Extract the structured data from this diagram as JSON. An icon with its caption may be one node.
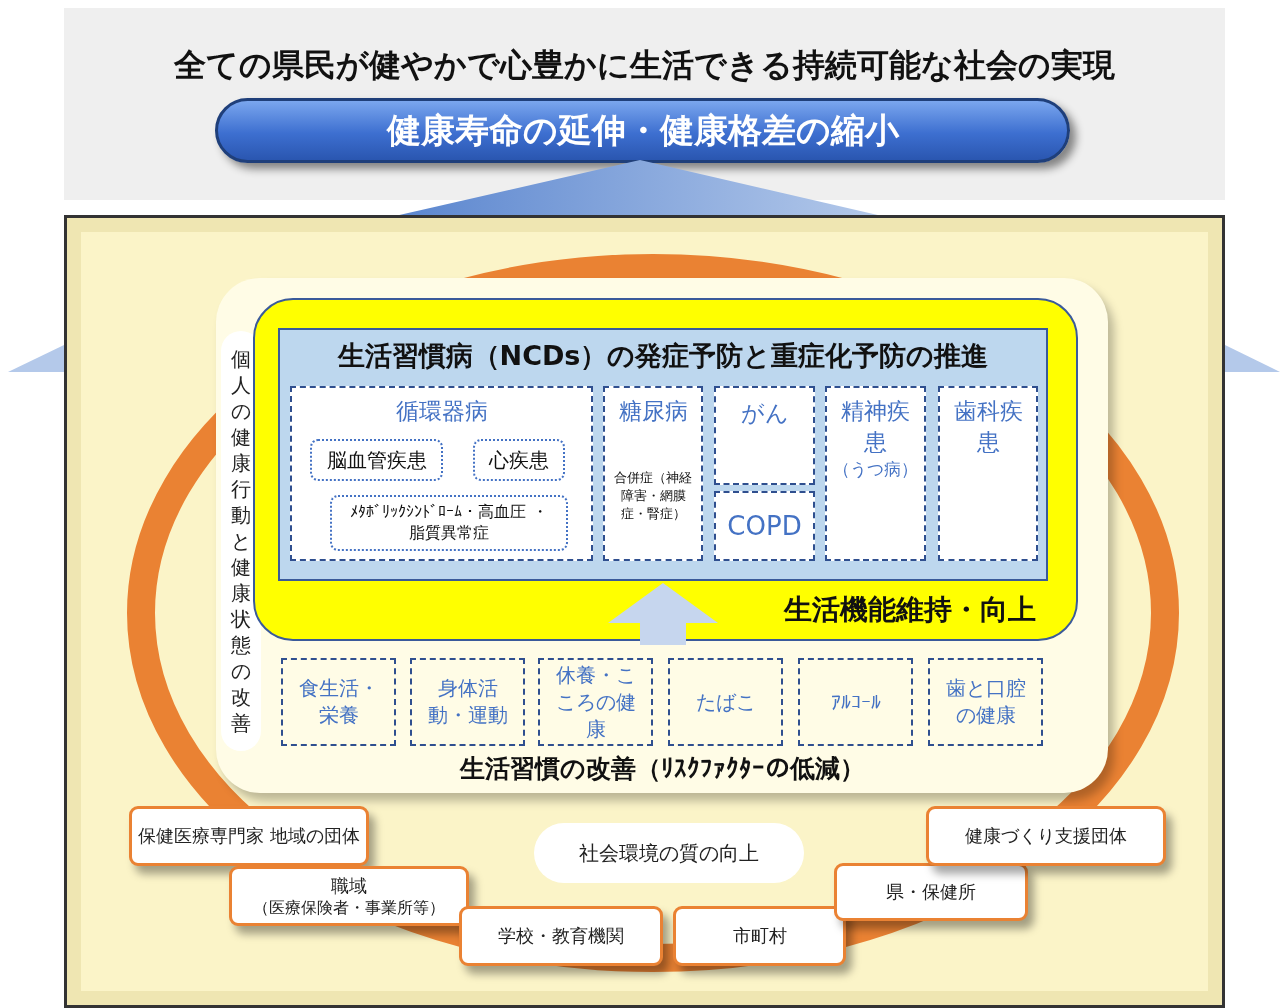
{
  "diagram": {
    "title": "全ての県民が健やかで心豊かに生活できる持続可能な社会の実現",
    "nodes": [
      {
        "text": [
          "健康寿命の延伸・健康格差の縮小"
        ]
      },
      {
        "text": [],
        "shape": "box"
      },
      {
        "text": [
          "生活習慣の改善（ﾘｽｸﾌｧｸﾀｰの低減）"
        ],
        "in": 1
      },
      {
        "text": [
          "個人の健康行動と健康状態の改善"
        ],
        "in": 2
      },
      {
        "text": [
          "生活機能維持・向上"
        ],
        "in": 2
      },
      {
        "text": [
          "生活習慣病（NCDs）の発症予防と重症化予防の推進"
        ],
        "in": 4
      },
      {
        "text": [
          "循環器病"
        ],
        "in": 5
      },
      {
        "text": [
          "脳血管疾患"
        ],
        "in": 6
      },
      {
        "text": [
          "心疾患"
        ],
        "in": 6
      },
      {
        "text": [
          "ﾒﾀﾎﾞﾘｯｸｼﾝﾄﾞﾛｰﾑ・高血圧 ・脂質異常症"
        ],
        "in": 6
      },
      {
        "text": [
          "糖尿病",
          "合併症（神経障害・網膜症・腎症）"
        ],
        "in": 5
      },
      {
        "text": [
          "がん"
        ],
        "in": 5
      },
      {
        "text": [
          "COPD"
        ],
        "in": 5
      },
      {
        "text": [
          "精神疾患",
          "（うつ病）"
        ],
        "in": 5
      },
      {
        "text": [
          "歯科疾患"
        ],
        "in": 5
      },
      {
        "text": [
          "食生活・栄養"
        ],
        "in": 2
      },
      {
        "text": [
          "身体活動・運動"
        ],
        "in": 2
      },
      {
        "text": [
          "休養・こころの健康"
        ],
        "in": 2
      },
      {
        "text": [
          "たばこ"
        ],
        "in": 2
      },
      {
        "text": [
          "ｱﾙｺｰﾙ"
        ],
        "in": 2
      },
      {
        "text": [
          "歯と口腔の健康"
        ],
        "in": 2
      },
      {
        "text": [
          "社会環境の質の向上"
        ],
        "in": 1
      },
      {
        "text": [
          "保健医療専門家 地域の団体"
        ],
        "in": 1
      },
      {
        "text": [
          "職域",
          "（医療保険者・事業所等）"
        ],
        "in": 1
      },
      {
        "text": [
          "学校・教育機関"
        ],
        "in": 1
      },
      {
        "text": [
          "市町村"
        ],
        "in": 1
      },
      {
        "text": [
          "県・保健所"
        ],
        "in": 1
      },
      {
        "text": [
          "健康づくり支援団体"
        ],
        "in": 1
      }
    ],
    "edges": [
      {
        "from": null,
        "to": 5,
        "arrow": "to"
      }
    ]
  }
}
